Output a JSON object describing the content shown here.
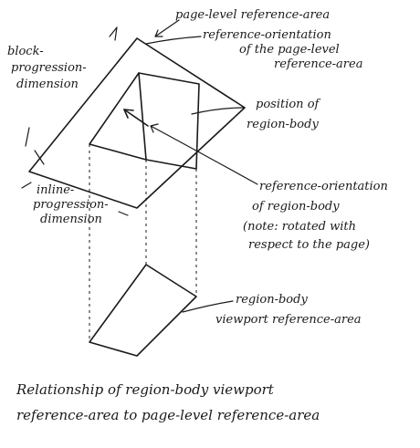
{
  "labels": {
    "page_ref_area": "page-level reference-area",
    "ref_orient_page_1": "reference-orientation",
    "ref_orient_page_2": "of the page-level",
    "ref_orient_page_3": "reference-area",
    "block_prog_1": "block-",
    "block_prog_2": "progression-",
    "block_prog_3": "dimension",
    "position_1": "position of",
    "position_2": "region-body",
    "ref_orient_body_1": "reference-orientation",
    "ref_orient_body_2": "of region-body",
    "ref_orient_body_3": "(note: rotated with",
    "ref_orient_body_4": "respect to the page)",
    "inline_prog_1": "inline-",
    "inline_prog_2": "progression-",
    "inline_prog_3": "dimension",
    "viewport_1": "region-body",
    "viewport_2": "viewport reference-area",
    "caption_1": "Relationship of region-body viewport",
    "caption_2": "reference-area to page-level reference-area"
  }
}
